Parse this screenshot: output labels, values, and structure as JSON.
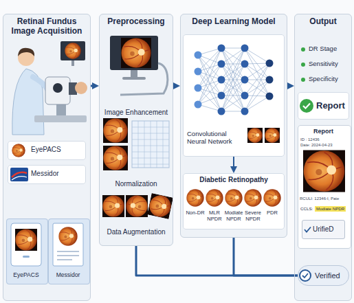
{
  "diagram": {
    "nodes": [
      {
        "text": [
          "Retinal Fundus Image Acquisition"
        ]
      },
      {
        "text": [
          "EyePACS"
        ],
        "in": 0
      },
      {
        "text": [
          "Messidor"
        ],
        "in": 0
      },
      {
        "text": [
          "EyePACS"
        ],
        "in": 0
      },
      {
        "text": [
          "Messidor"
        ],
        "in": 0
      },
      {
        "text": [
          "Preprocessing",
          "Image Enhancement",
          "Normalization",
          "Data Augmentation"
        ]
      },
      {
        "text": [
          "Deep Learning Model"
        ]
      },
      {
        "text": [
          "Convolutional Neural Network"
        ],
        "in": 6
      },
      {
        "text": [
          "Diabetic Retinopathy",
          "Non-DR",
          "MLR NPDR",
          "Modiate NPDR",
          "Severe NPDR",
          "PDR"
        ],
        "in": 6
      },
      {
        "text": [
          "Output",
          "DR Stage",
          "Sensitivity",
          "Specificity"
        ]
      },
      {
        "text": [
          "Report"
        ],
        "in": 9
      },
      {
        "text": [
          "Report",
          "ID : 12436",
          "Date: 2024-04-23",
          "RCULI: 12346-I, Pate",
          "CCLS:",
          "Modiate NPDR"
        ],
        "in": 9
      },
      {
        "text": [
          "UrifieD"
        ],
        "in": 11
      },
      {
        "text": [
          "Verified"
        ],
        "in": 9
      }
    ],
    "edges": [
      {
        "from": 0,
        "to": 5,
        "arrow": "to"
      },
      {
        "from": 5,
        "to": 6,
        "arrow": "to"
      },
      {
        "from": 6,
        "to": 9,
        "arrow": "to"
      },
      {
        "from": 7,
        "to": 8,
        "arrow": "to"
      },
      {
        "from": 5,
        "to": 13,
        "arrow": "none"
      },
      {
        "from": 6,
        "to": 13,
        "arrow": "none"
      }
    ]
  }
}
